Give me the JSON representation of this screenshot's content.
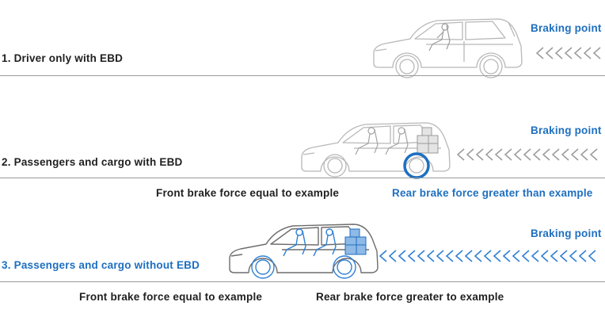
{
  "colors": {
    "accent_blue": "#1e6fc0",
    "light_blue": "#2f80d4",
    "gray_text": "#1f1f1f",
    "car_outline": "#b8b8b8",
    "car_dark_outline": "#6d6d6d",
    "line": "#9a9a9a"
  },
  "scenarios": [
    {
      "label": "1.   Driver only with EBD",
      "braking_point": "Braking point"
    },
    {
      "label": "2.   Passengers and cargo with EBD",
      "braking_point": "Braking point",
      "front_note": "Front brake force equal to example",
      "rear_note": "Rear brake force greater than example"
    },
    {
      "label": "3.   Passengers and cargo without EBD",
      "braking_point": "Braking point",
      "front_note": "Front brake force equal to example",
      "rear_note": "Rear brake force greater to example"
    }
  ]
}
